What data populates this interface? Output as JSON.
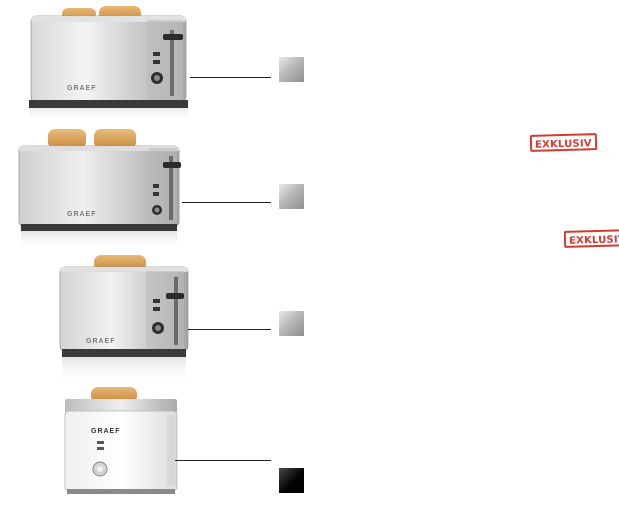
{
  "products": [
    {
      "brand": "GRAEF",
      "finish": "silver",
      "exclusive_label": "EXKLUSIV"
    },
    {
      "brand": "GRAEF",
      "finish": "silver",
      "exclusive_label": "EXKLUSIV"
    },
    {
      "brand": "GRAEF",
      "finish": "silver"
    },
    {
      "brand": "GRAEF",
      "finish": "white",
      "swatch_color": "black"
    }
  ],
  "colors": {
    "stamp_red": "#d22a20",
    "leader_line": "#222222"
  }
}
